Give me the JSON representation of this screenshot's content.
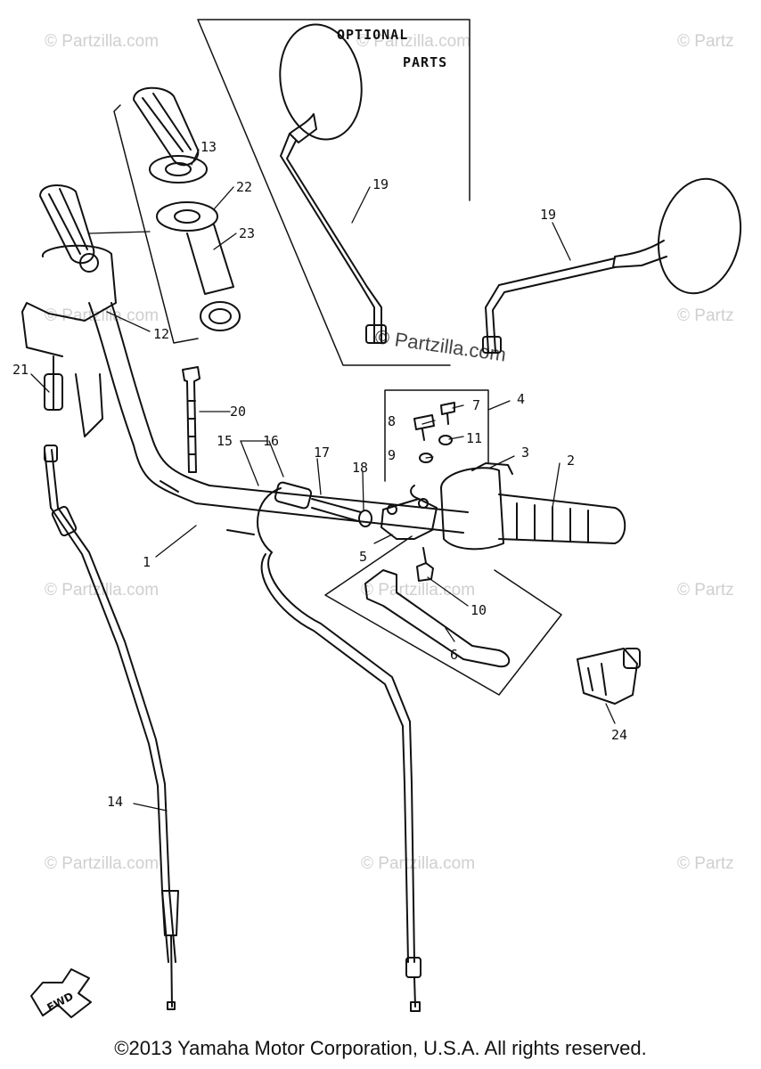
{
  "diagram": {
    "optional_label_line1": "OPTIONAL",
    "optional_label_line2": "PARTS",
    "fwd_label": "FWD",
    "watermark_center": "© Partzilla.com",
    "watermark_tile": "© Partzilla.com",
    "watermark_edge": "© Partz",
    "part_labels": [
      "1",
      "2",
      "3",
      "4",
      "5",
      "6",
      "7",
      "8",
      "9",
      "10",
      "11",
      "12",
      "13",
      "14",
      "15",
      "16",
      "17",
      "18",
      "19",
      "19",
      "20",
      "21",
      "22",
      "23",
      "24"
    ]
  },
  "footer": {
    "copyright": "©2013 Yamaha Motor Corporation, U.S.A. All rights reserved."
  },
  "colors": {
    "ink": "#111111",
    "watermark": "#cfcfcf",
    "background": "#ffffff"
  }
}
